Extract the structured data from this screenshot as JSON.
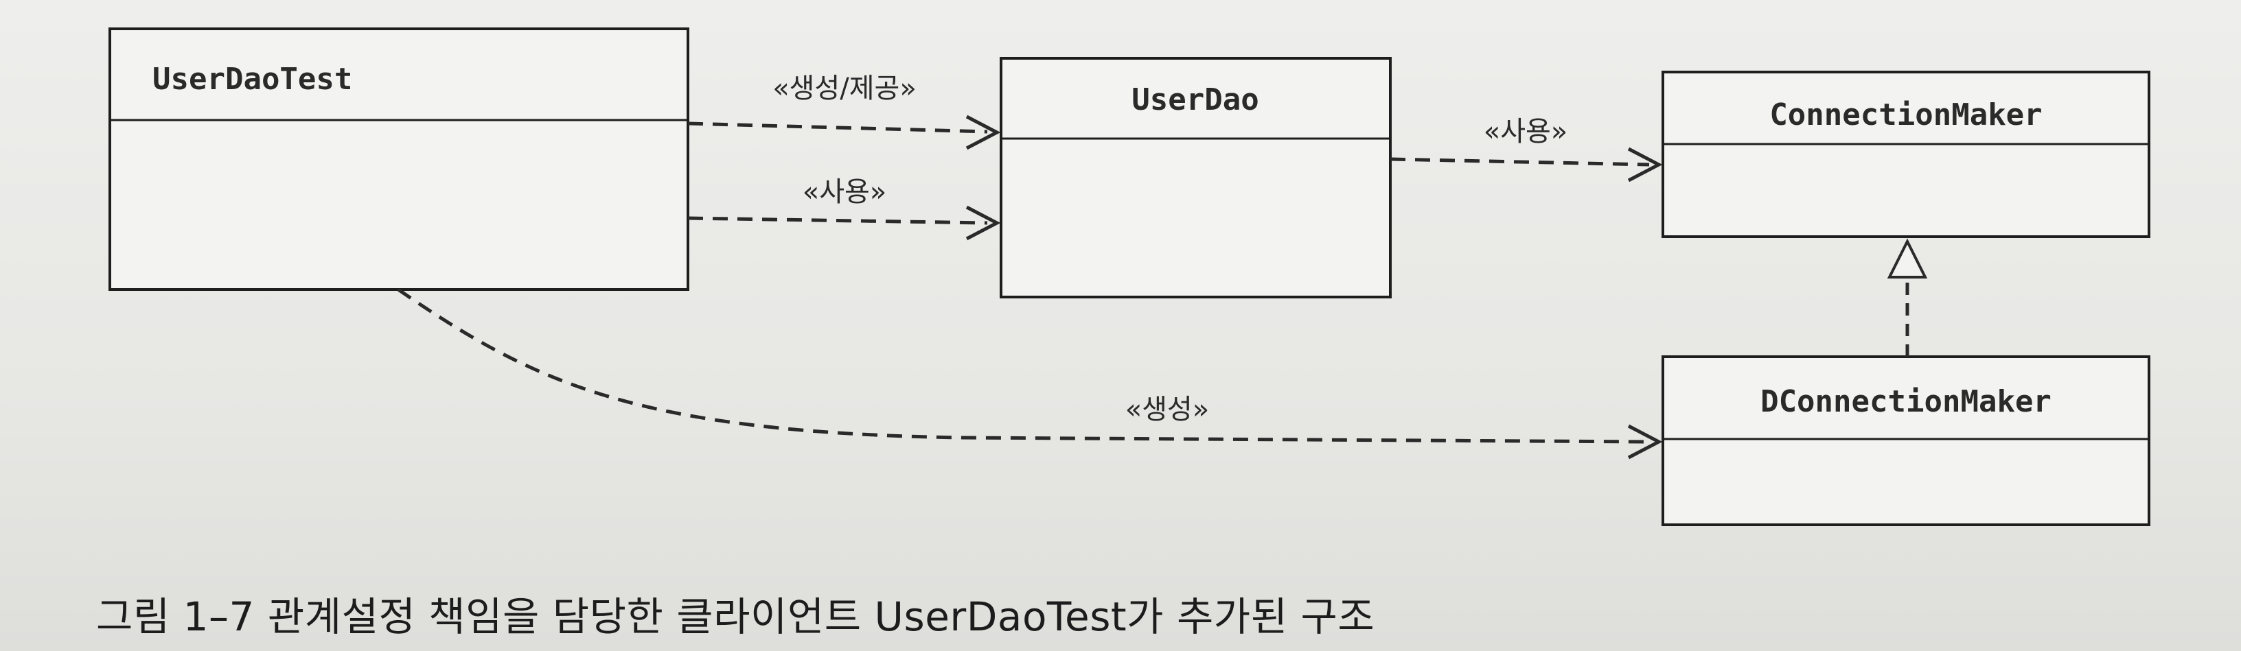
{
  "classes": {
    "user_dao_test": "UserDaoTest",
    "user_dao": "UserDao",
    "connection_maker": "ConnectionMaker",
    "d_connection_maker": "DConnectionMaker"
  },
  "relations": {
    "create_provide": "«생성/제공»",
    "use_test_to_dao": "«사용»",
    "use_dao_to_maker": "«사용»",
    "create": "«생성»"
  },
  "caption": "그림 1–7 관계설정 책임을 담당한 클라이언트 UserDaoTest가 추가된 구조"
}
